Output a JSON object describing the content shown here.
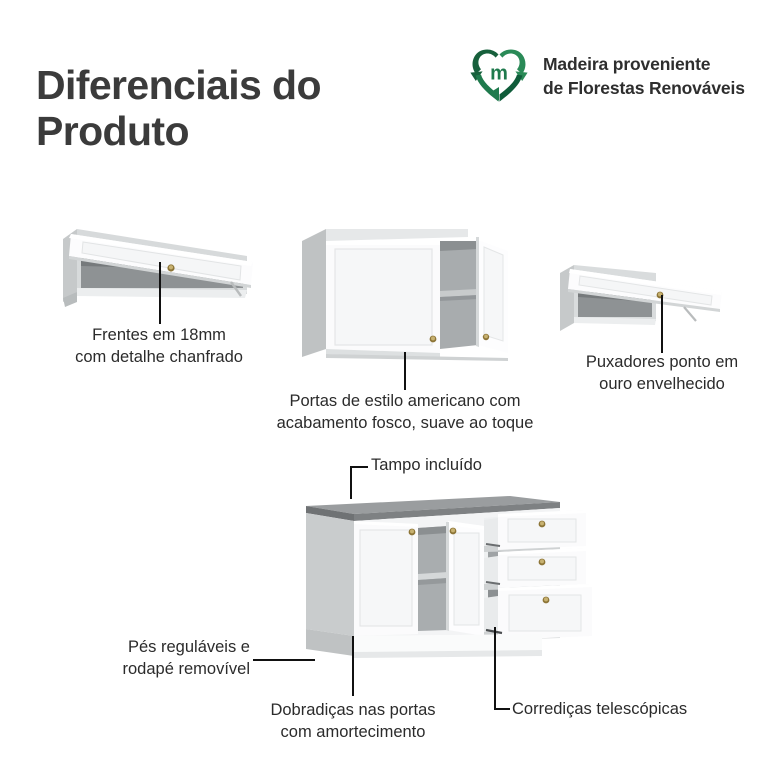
{
  "header": {
    "title": "Diferenciais do\nProduto",
    "eco_badge": {
      "logo_letter": "m",
      "logo_name": "recycling-heart-logo",
      "text": "Madeira proveniente\nde Florestas Renováveis",
      "color_dark_green": "#0f5c3a",
      "color_green": "#1f7a4d",
      "color_light_green": "#2e9960"
    }
  },
  "features": [
    {
      "id": "frentes-18mm",
      "label": "Frentes em 18mm\ncom detalhe chanfrado",
      "product_name": "wall-cabinet-flip-door-left"
    },
    {
      "id": "portas-americano",
      "label": "Portas de estilo americano com\nacabamento fosco, suave ao toque",
      "product_name": "wall-cabinet-two-doors"
    },
    {
      "id": "puxadores-ouro",
      "label": "Puxadores ponto em\nouro envelhecido",
      "product_name": "wall-cabinet-flip-door-right"
    },
    {
      "id": "tampo-incluido",
      "label": "Tampo incluído",
      "product_name": "base-cabinet"
    },
    {
      "id": "pes-regulaveis",
      "label": "Pés reguláveis e\nrodapé removível",
      "product_name": "base-cabinet"
    },
    {
      "id": "dobradicas",
      "label": "Dobradiças nas portas\ncom amortecimento",
      "product_name": "base-cabinet"
    },
    {
      "id": "corredicas",
      "label": "Corrediças telescópicas",
      "product_name": "base-cabinet"
    }
  ],
  "palette": {
    "background": "#ffffff",
    "title_color": "#3b3b3b",
    "caption_color": "#2b2b2b",
    "leader_line_color": "#111111",
    "cabinet_front": "#fbfbfc",
    "cabinet_side": "#c9cbcc",
    "cabinet_interior": "#8f9395",
    "countertop": "#7e8183",
    "handle_gold": "#9a8140"
  }
}
